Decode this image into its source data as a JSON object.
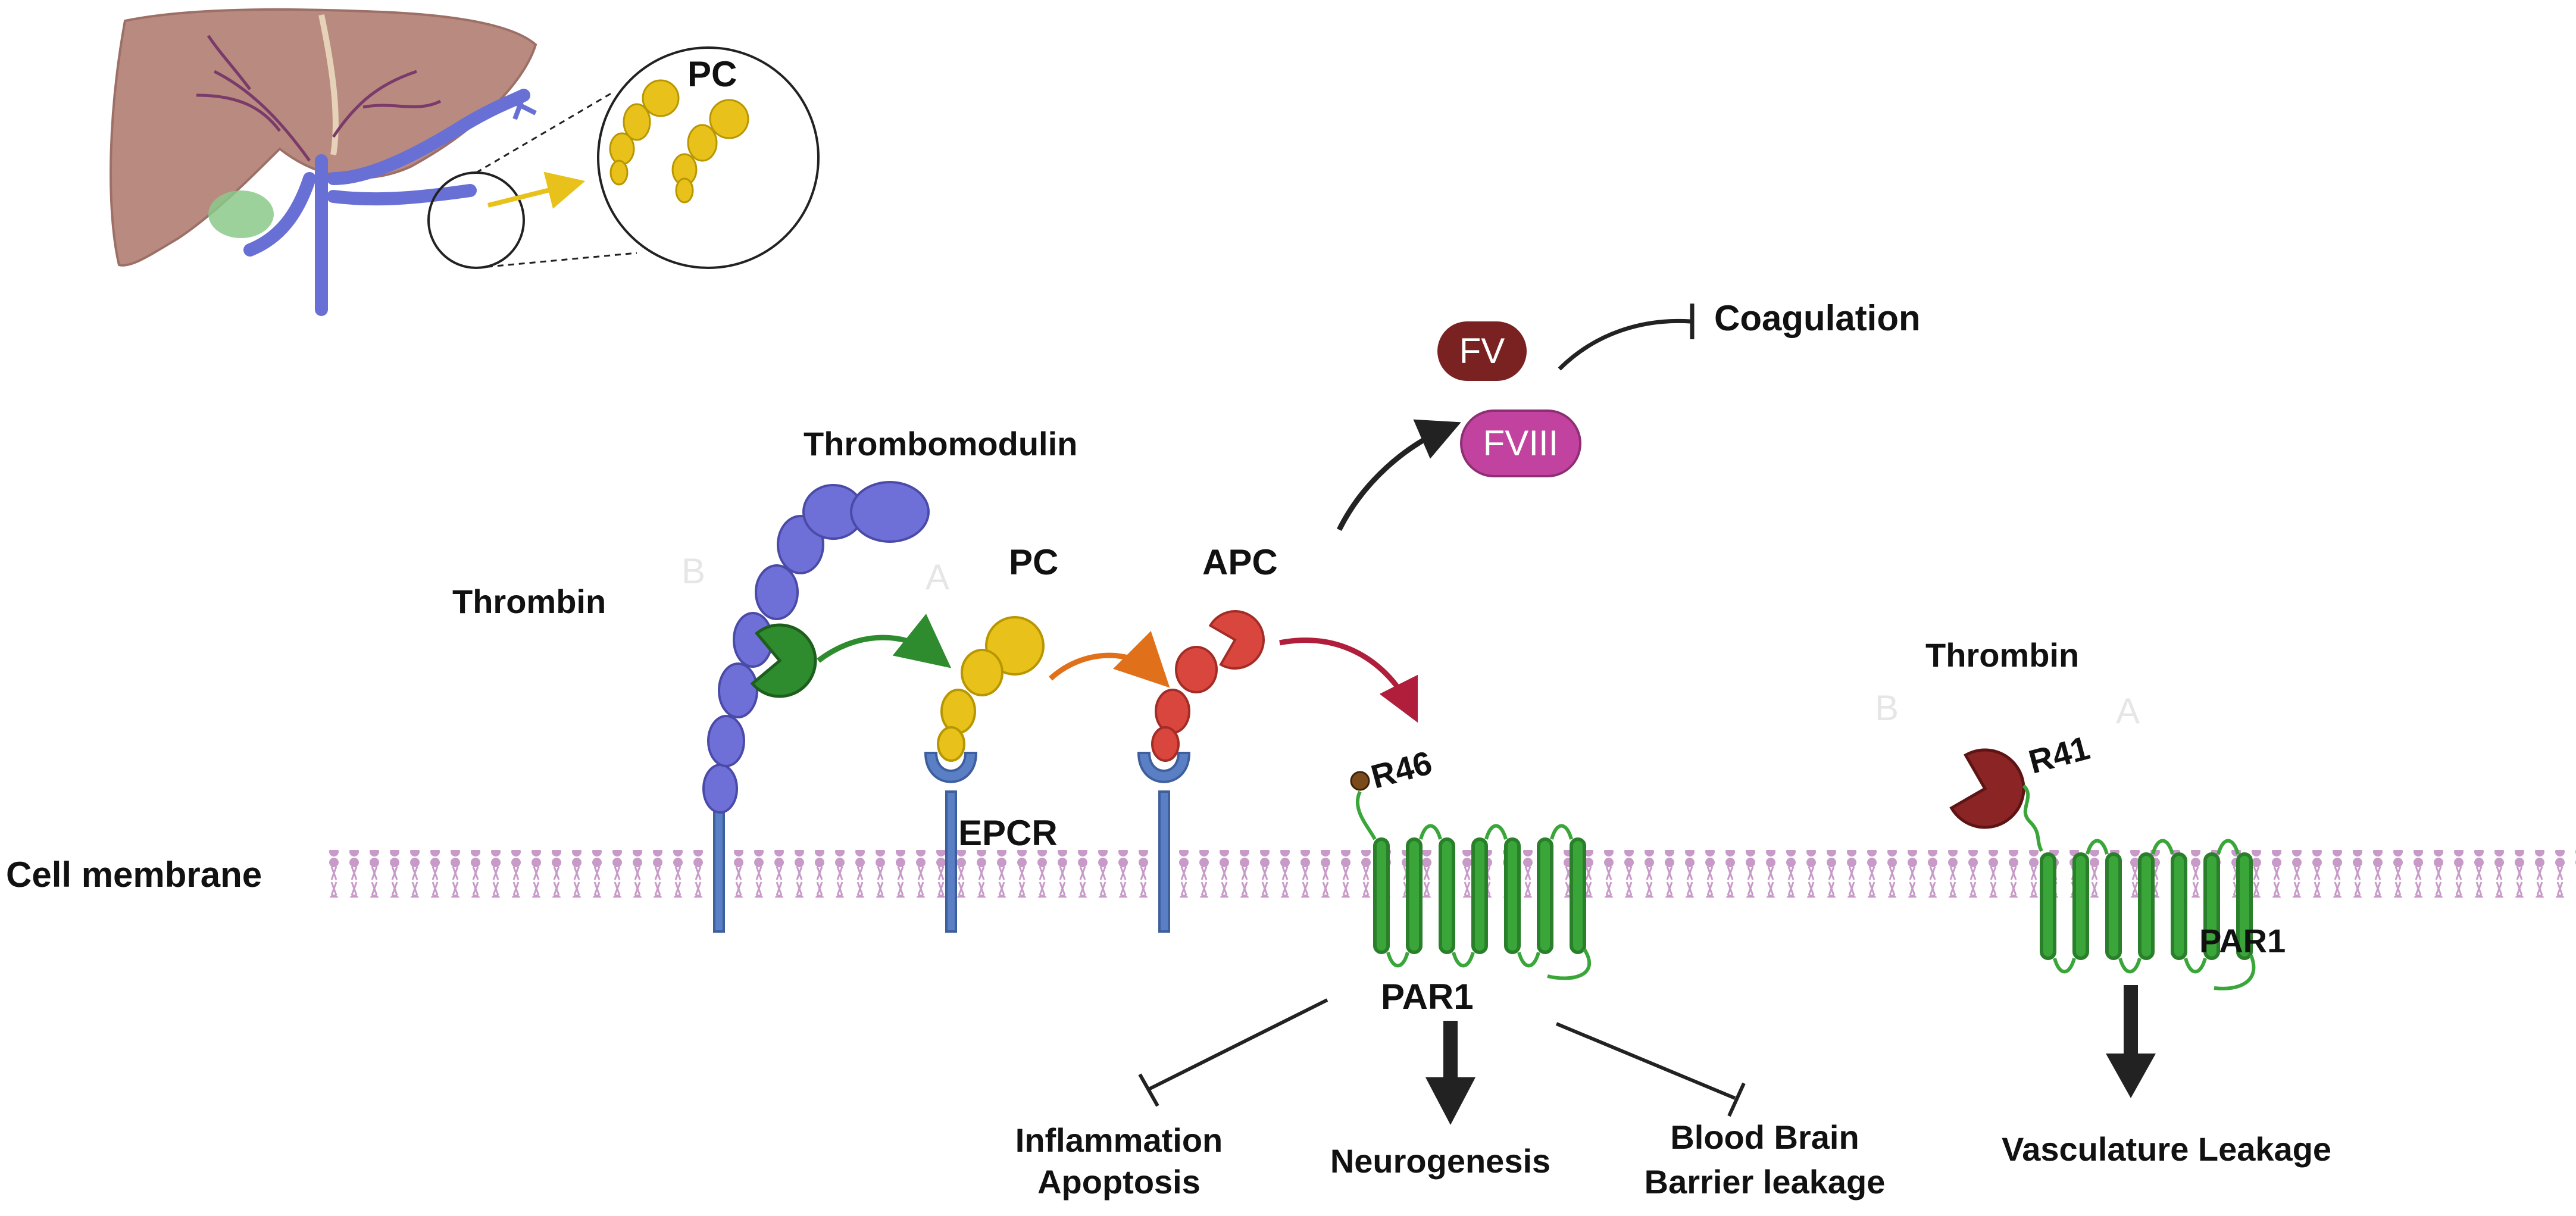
{
  "labels": {
    "pc_inset": "PC",
    "thrombomodulin": "Thrombomodulin",
    "thrombin_left": "Thrombin",
    "faint_b_left": "B",
    "faint_a_left": "A",
    "pc": "PC",
    "apc": "APC",
    "epcr": "EPCR",
    "fv": "FV",
    "fviii": "FVIII",
    "coagulation": "Coagulation",
    "cell_membrane": "Cell membrane",
    "r46": "R46",
    "par1_center": "PAR1",
    "thrombin_right": "Thrombin",
    "faint_b_right": "B",
    "faint_a_right": "A",
    "r41": "R41",
    "par1_right": "PAR1",
    "outcome_inflammation_1": "Inflammation",
    "outcome_inflammation_2": "Apoptosis",
    "outcome_neurogenesis": "Neurogenesis",
    "outcome_bbb_1": "Blood Brain",
    "outcome_bbb_2": "Barrier leakage",
    "outcome_vasculature": "Vasculature Leakage"
  },
  "colors": {
    "thrombomodulin": "#6f6fd8",
    "thrombin": "#2e8b2e",
    "protein_c": "#e8c21a",
    "apc": "#d9463e",
    "epcr": "#5b7fc4",
    "fv": "#7a2222",
    "fviii": "#c2439f",
    "par1": "#3aa63a",
    "thrombin_right": "#8b2424",
    "membrane": "#b58ab5",
    "liver": "#b98a80",
    "vein": "#6870d6"
  },
  "icons": [
    "liver-icon",
    "zoom-circle-icon",
    "activation-arrow-icon",
    "inhibition-bar-icon",
    "cell-membrane-icon",
    "receptor-icon"
  ]
}
